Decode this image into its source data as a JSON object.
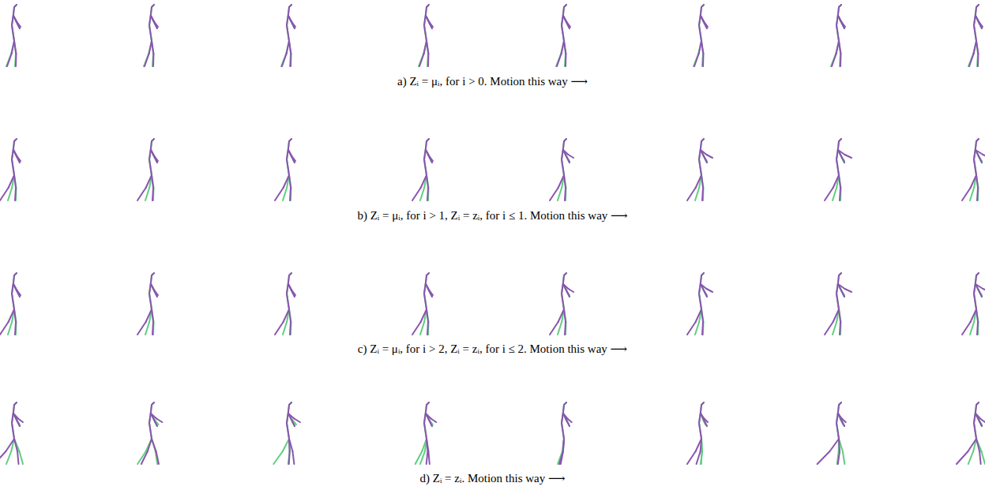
{
  "diagram": {
    "labels": [
      "a) Zᵢ = μᵢ, for i > 0. Motion this way ⟶",
      "b) Zᵢ = μᵢ, for i > 1, Zᵢ = zᵢ, for i ≤ 1. Motion this way ⟶",
      "c) Zᵢ = μᵢ, for i > 2, Zᵢ = zᵢ, for i ≤ 2. Motion this way ⟶",
      "d) Zᵢ = zᵢ. Motion this way ⟶"
    ]
  }
}
